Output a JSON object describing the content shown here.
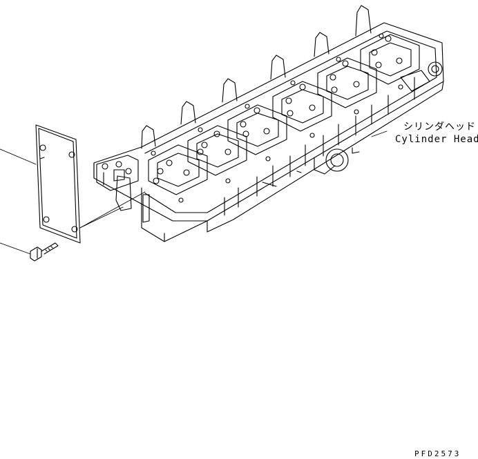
{
  "part": {
    "label_jp": "シリンダヘッド",
    "label_en": "Cylinder Head"
  },
  "drawing_code": "PFD2573",
  "colors": {
    "line": "#000000",
    "background": "#ffffff"
  }
}
